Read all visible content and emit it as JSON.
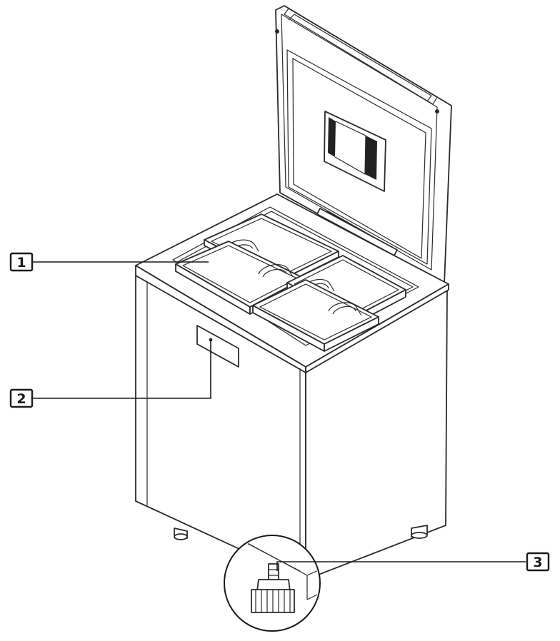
{
  "figure": {
    "callouts": [
      {
        "id": "1",
        "label": "1"
      },
      {
        "id": "2",
        "label": "2"
      },
      {
        "id": "3",
        "label": "3"
      }
    ],
    "colors": {
      "line": "#1a1a1a",
      "background": "#ffffff",
      "panel_shade": "#f2f2f2",
      "label_dark": "#222222"
    }
  }
}
